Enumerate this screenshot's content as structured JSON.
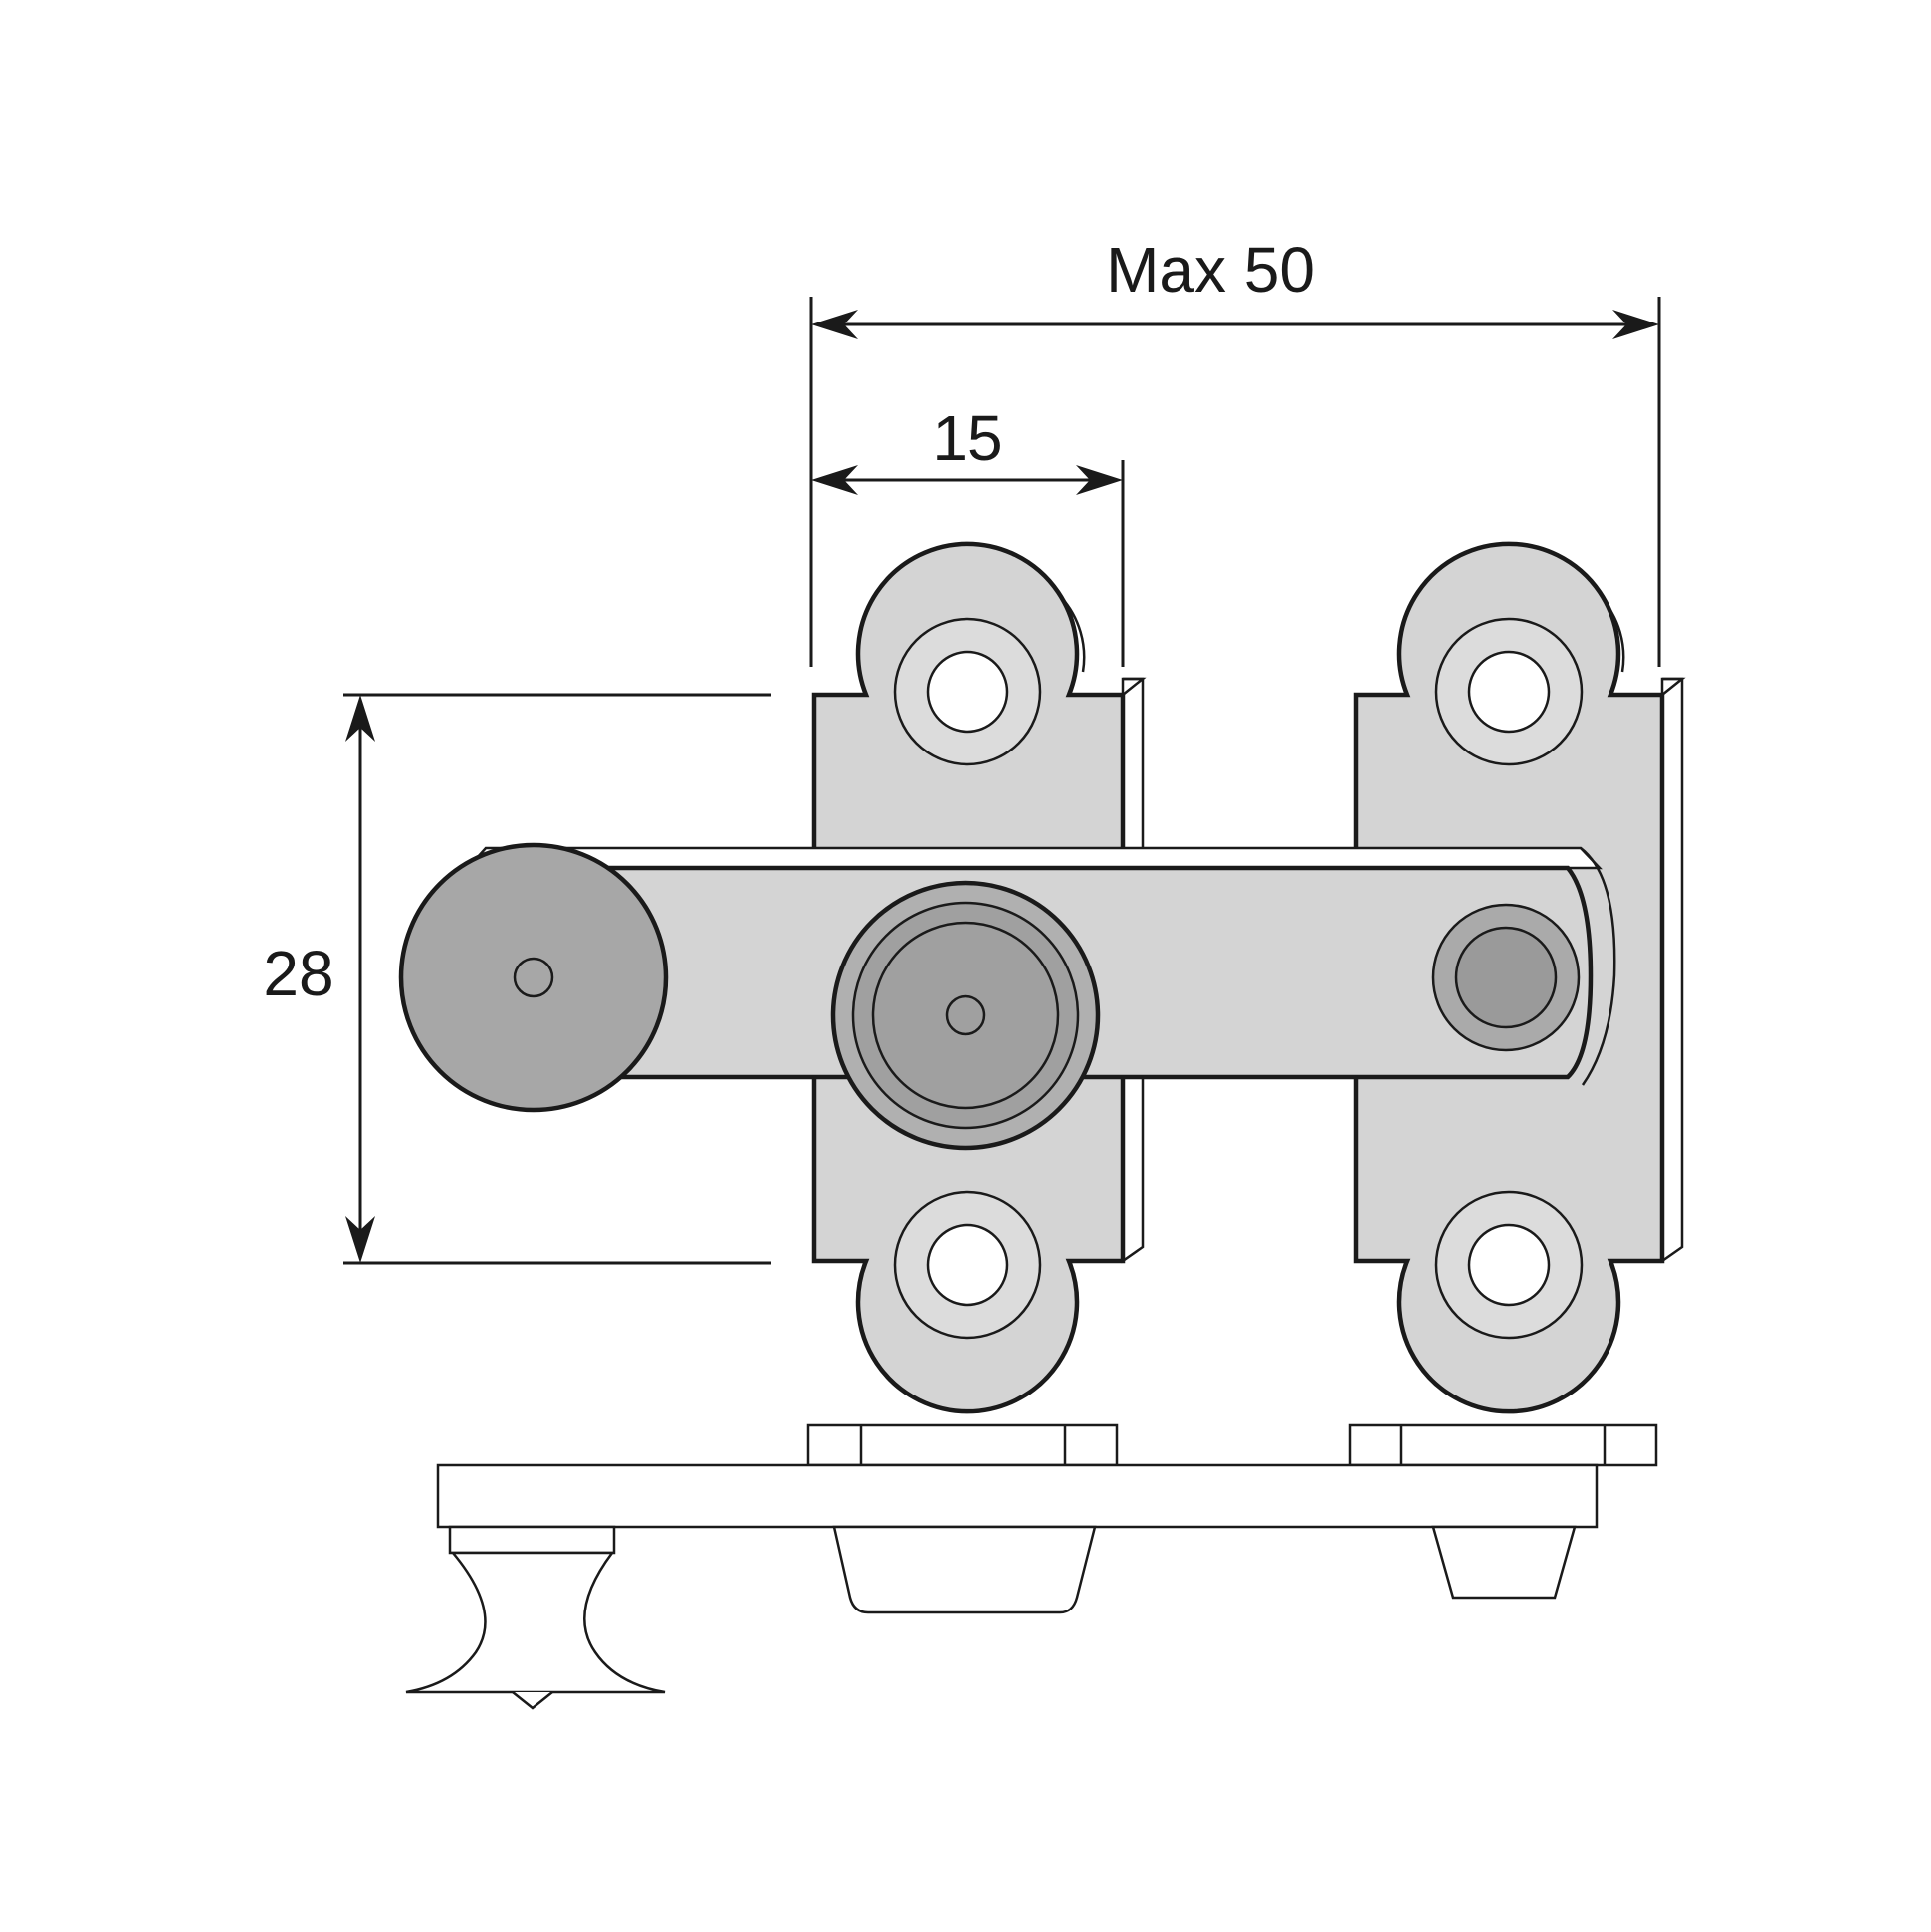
{
  "dimensions": {
    "overall_width": "Max 50",
    "plate_width": "15",
    "height": "28"
  },
  "colors": {
    "line": "#1a1a1a",
    "plate": "#d4d4d4",
    "washer": "#dcdcdc",
    "hole": "#ffffff",
    "knob": "#a7a7a7",
    "pivot": "#a0a0a0",
    "pivot_outer": "#b0b0b0",
    "stud": "#9a9a9a"
  }
}
